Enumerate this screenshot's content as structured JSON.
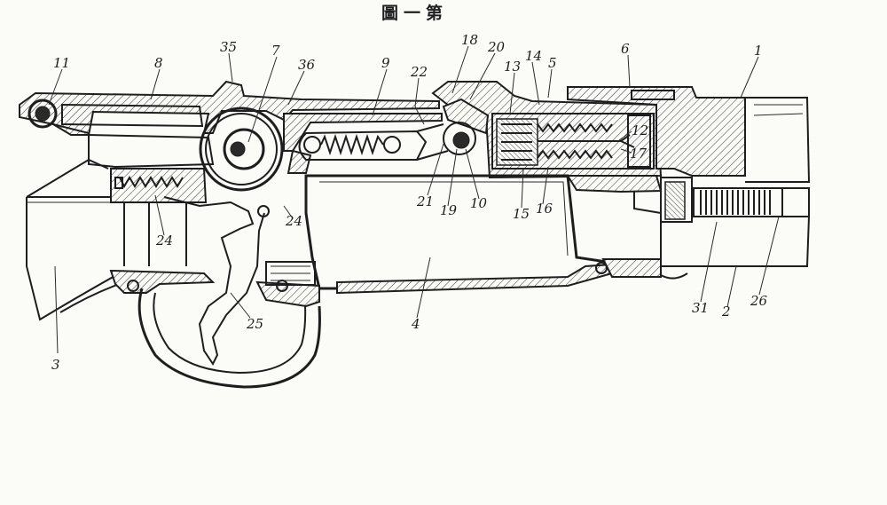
{
  "title": "圖一第",
  "labels": {
    "l1": "1",
    "l2": "2",
    "l4": "4",
    "l5": "5",
    "l6": "6",
    "l7": "7",
    "l8": "8",
    "l9": "9",
    "l10": "10",
    "l11": "11",
    "l12": "12",
    "l13": "13",
    "l14": "14",
    "l15": "15",
    "l16": "16",
    "l17": "17",
    "l18": "18",
    "l19": "19",
    "l20": "20",
    "l21": "21",
    "l22": "22",
    "l24a": "24",
    "l24b": "24",
    "l25": "25",
    "l26": "26",
    "l31": "31",
    "l35": "35",
    "l36": "36",
    "l3": "3"
  }
}
